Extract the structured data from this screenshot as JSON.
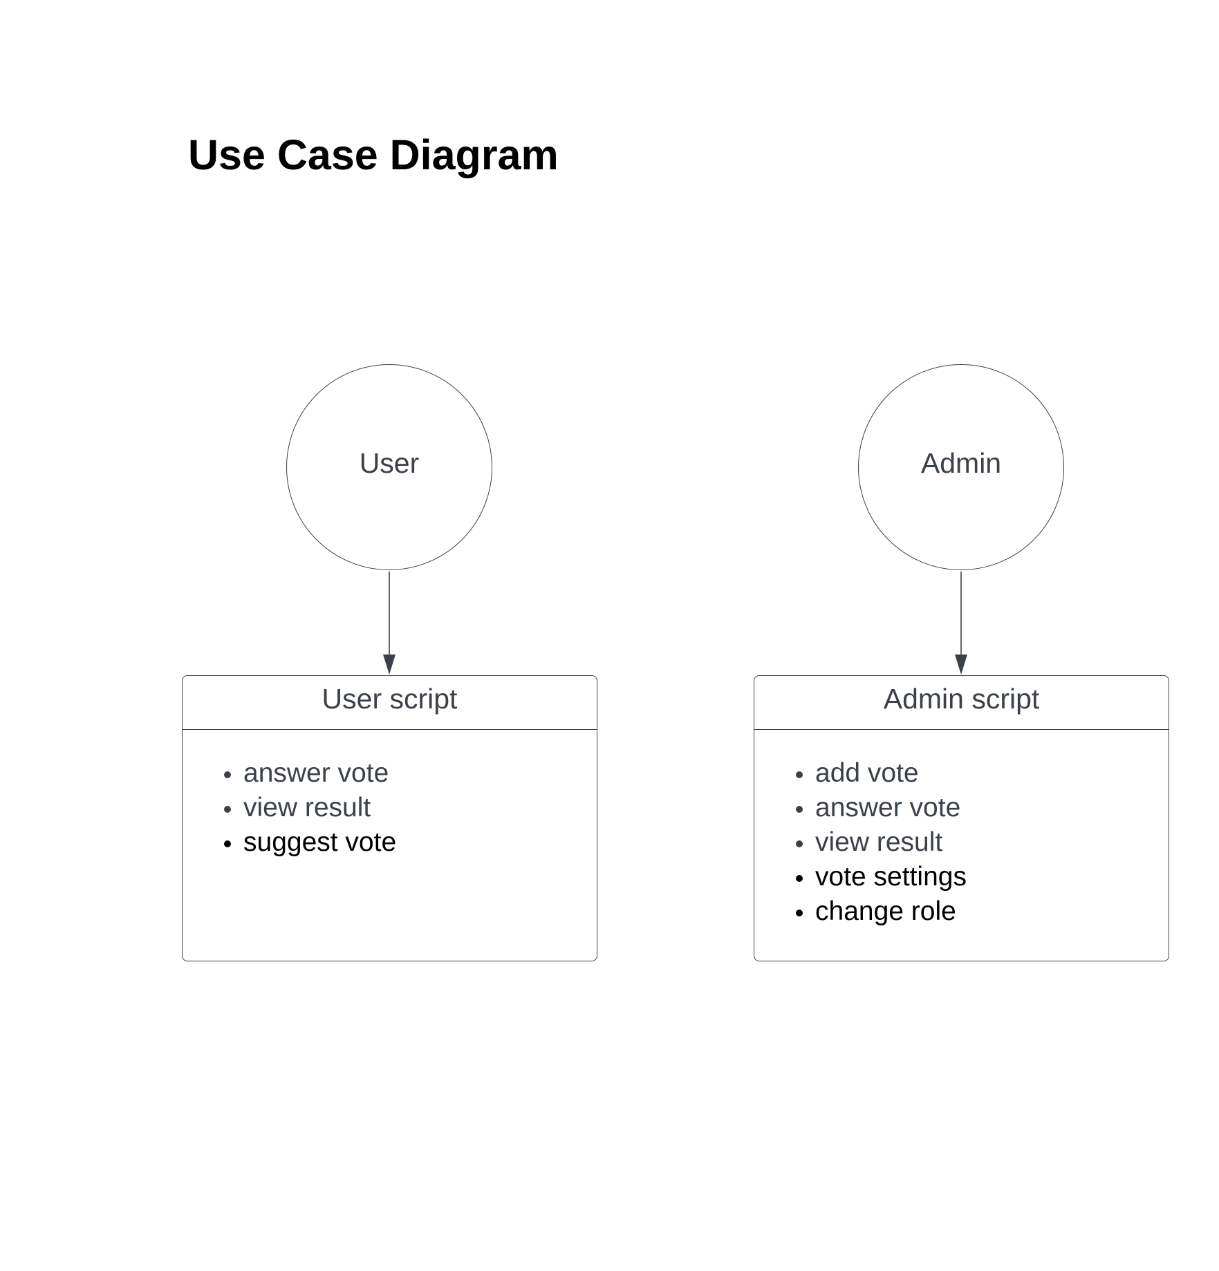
{
  "title": "Use Case Diagram",
  "colors": {
    "stroke": "#3a414a",
    "text_gray": "#3a414a",
    "text_black": "#000000",
    "background": "#ffffff"
  },
  "actors": [
    {
      "label": "User"
    },
    {
      "label": "Admin"
    }
  ],
  "scripts": [
    {
      "title": "User script",
      "items": [
        {
          "text": "answer vote",
          "tone": "gray"
        },
        {
          "text": "view result",
          "tone": "gray"
        },
        {
          "text": "suggest vote",
          "tone": "black"
        }
      ]
    },
    {
      "title": "Admin script",
      "items": [
        {
          "text": "add vote",
          "tone": "gray"
        },
        {
          "text": "answer vote",
          "tone": "gray"
        },
        {
          "text": "view result",
          "tone": "gray"
        },
        {
          "text": "vote settings",
          "tone": "black"
        },
        {
          "text": "change role",
          "tone": "black"
        }
      ]
    }
  ],
  "connections": [
    {
      "from": "User",
      "to": "User script"
    },
    {
      "from": "Admin",
      "to": "Admin script"
    }
  ]
}
